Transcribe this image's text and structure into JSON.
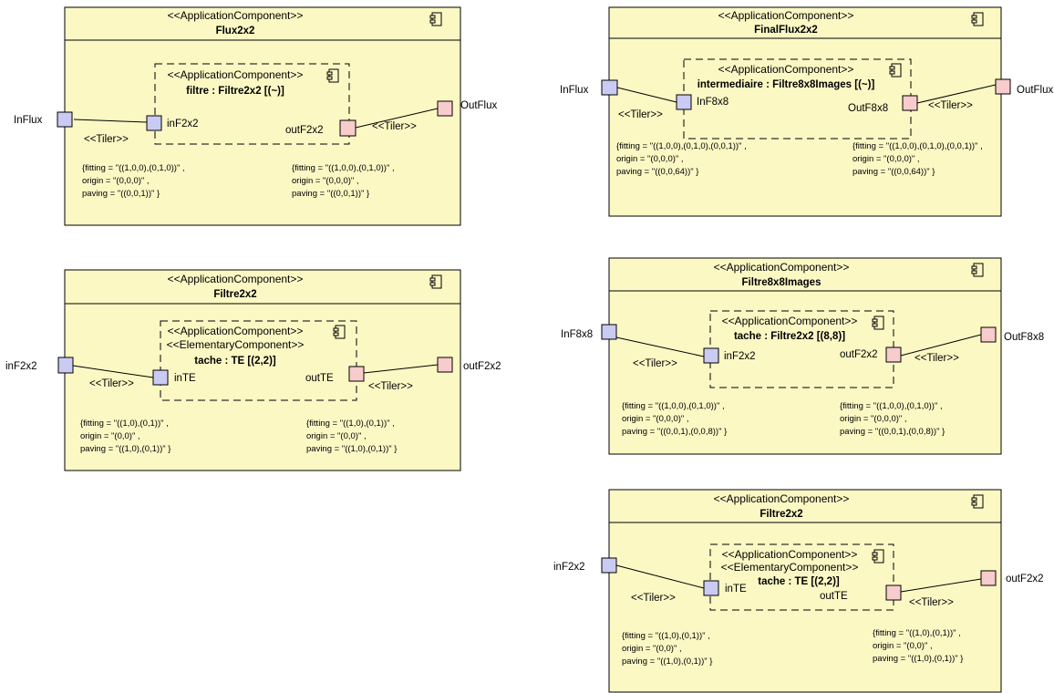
{
  "stereotypes": {
    "app": "<<ApplicationComponent>>",
    "elem": "<<ElementaryComponent>>"
  },
  "colors": {
    "component_fill": "#fbf8c4",
    "in_port": "#c9cbf2",
    "out_port": "#f8cccc",
    "line": "#000000"
  },
  "icons": {
    "component": "component-icon"
  },
  "flux": {
    "name": "Flux2x2",
    "part_name": "filtre : Filtre2x2 [(~)]",
    "in_port": "InFlux",
    "out_port": "OutFlux",
    "inner_in": "inF2x2",
    "inner_out": "outF2x2",
    "tiler_in": "<<Tiler>>",
    "tiler_out": "<<Tiler>>",
    "left_tag": [
      "{fitting = \"((1,0,0),(0,1,0))\"    ,",
      "origin = \"(0,0,0)\"    ,",
      "paving = \"((0,0,1))\"  }"
    ],
    "right_tag": [
      "{fitting = \"((1,0,0),(0,1,0))\"    ,",
      "origin = \"(0,0,0)\"    ,",
      "paving = \"((0,0,1))\"  }"
    ]
  },
  "filtre_left": {
    "name": "Filtre2x2",
    "part_name": "tache : TE [(2,2)]",
    "in_port": "inF2x2",
    "out_port": "outF2x2",
    "inner_in": "inTE",
    "inner_out": "outTE",
    "tiler_in": "<<Tiler>>",
    "tiler_out": "<<Tiler>>",
    "left_tag": [
      "{fitting = \"((1,0),(0,1))\"    ,",
      "origin = \"(0,0)\"    ,",
      "paving = \"((1,0),(0,1))\"  }"
    ],
    "right_tag": [
      "{fitting = \"((1,0),(0,1))\"    ,",
      "origin = \"(0,0)\"    ,",
      "paving = \"((1,0),(0,1))\"  }"
    ]
  },
  "final": {
    "name": "FinalFlux2x2",
    "part_name": "intermediaire : Filtre8x8Images [(~)]",
    "in_port": "InFlux",
    "out_port": "OutFlux",
    "inner_in": "InF8x8",
    "inner_out": "OutF8x8",
    "tiler_in": "<<Tiler>>",
    "tiler_out": "<<Tiler>>",
    "left_tag": [
      "{fitting = \"((1,0,0),(0,1,0),(0,0,1))\"    ,",
      "origin = \"(0,0,0)\"    ,",
      "paving = \"((0,0,64))\"  }"
    ],
    "right_tag": [
      "{fitting = \"((1,0,0),(0,1,0),(0,0,1))\"    ,",
      "origin = \"(0,0,0)\"    ,",
      "paving = \"((0,0,64))\"  }"
    ]
  },
  "images8": {
    "name": "Filtre8x8Images",
    "part_name": "tache : Filtre2x2 [(8,8)]",
    "in_port": "InF8x8",
    "out_port": "OutF8x8",
    "inner_in": "inF2x2",
    "inner_out": "outF2x2",
    "tiler_in": "<<Tiler>>",
    "tiler_out": "<<Tiler>>",
    "left_tag": [
      "{fitting = \"((1,0,0),(0,1,0))\"    ,",
      "origin = \"(0,0,0)\"    ,",
      "paving = \"((0,0,1),(0,0,8))\"  }"
    ],
    "right_tag": [
      "{fitting = \"((1,0,0),(0,1,0))\"    ,",
      "origin = \"(0,0,0)\"    ,",
      "paving = \"((0,0,1),(0,0,8))\"  }"
    ]
  },
  "filtre_right": {
    "name": "Filtre2x2",
    "part_name": "tache : TE [(2,2)]",
    "in_port": "inF2x2",
    "out_port": "outF2x2",
    "inner_in": "inTE",
    "inner_out": "outTE",
    "tiler_in": "<<Tiler>>",
    "tiler_out": "<<Tiler>>",
    "left_tag": [
      "{fitting = \"((1,0),(0,1))\"    ,",
      "origin = \"(0,0)\"    ,",
      "paving = \"((1,0),(0,1))\"  }"
    ],
    "right_tag": [
      "{fitting = \"((1,0),(0,1))\"    ,",
      "origin = \"(0,0)\"    ,",
      "paving = \"((1,0),(0,1))\"  }"
    ]
  }
}
